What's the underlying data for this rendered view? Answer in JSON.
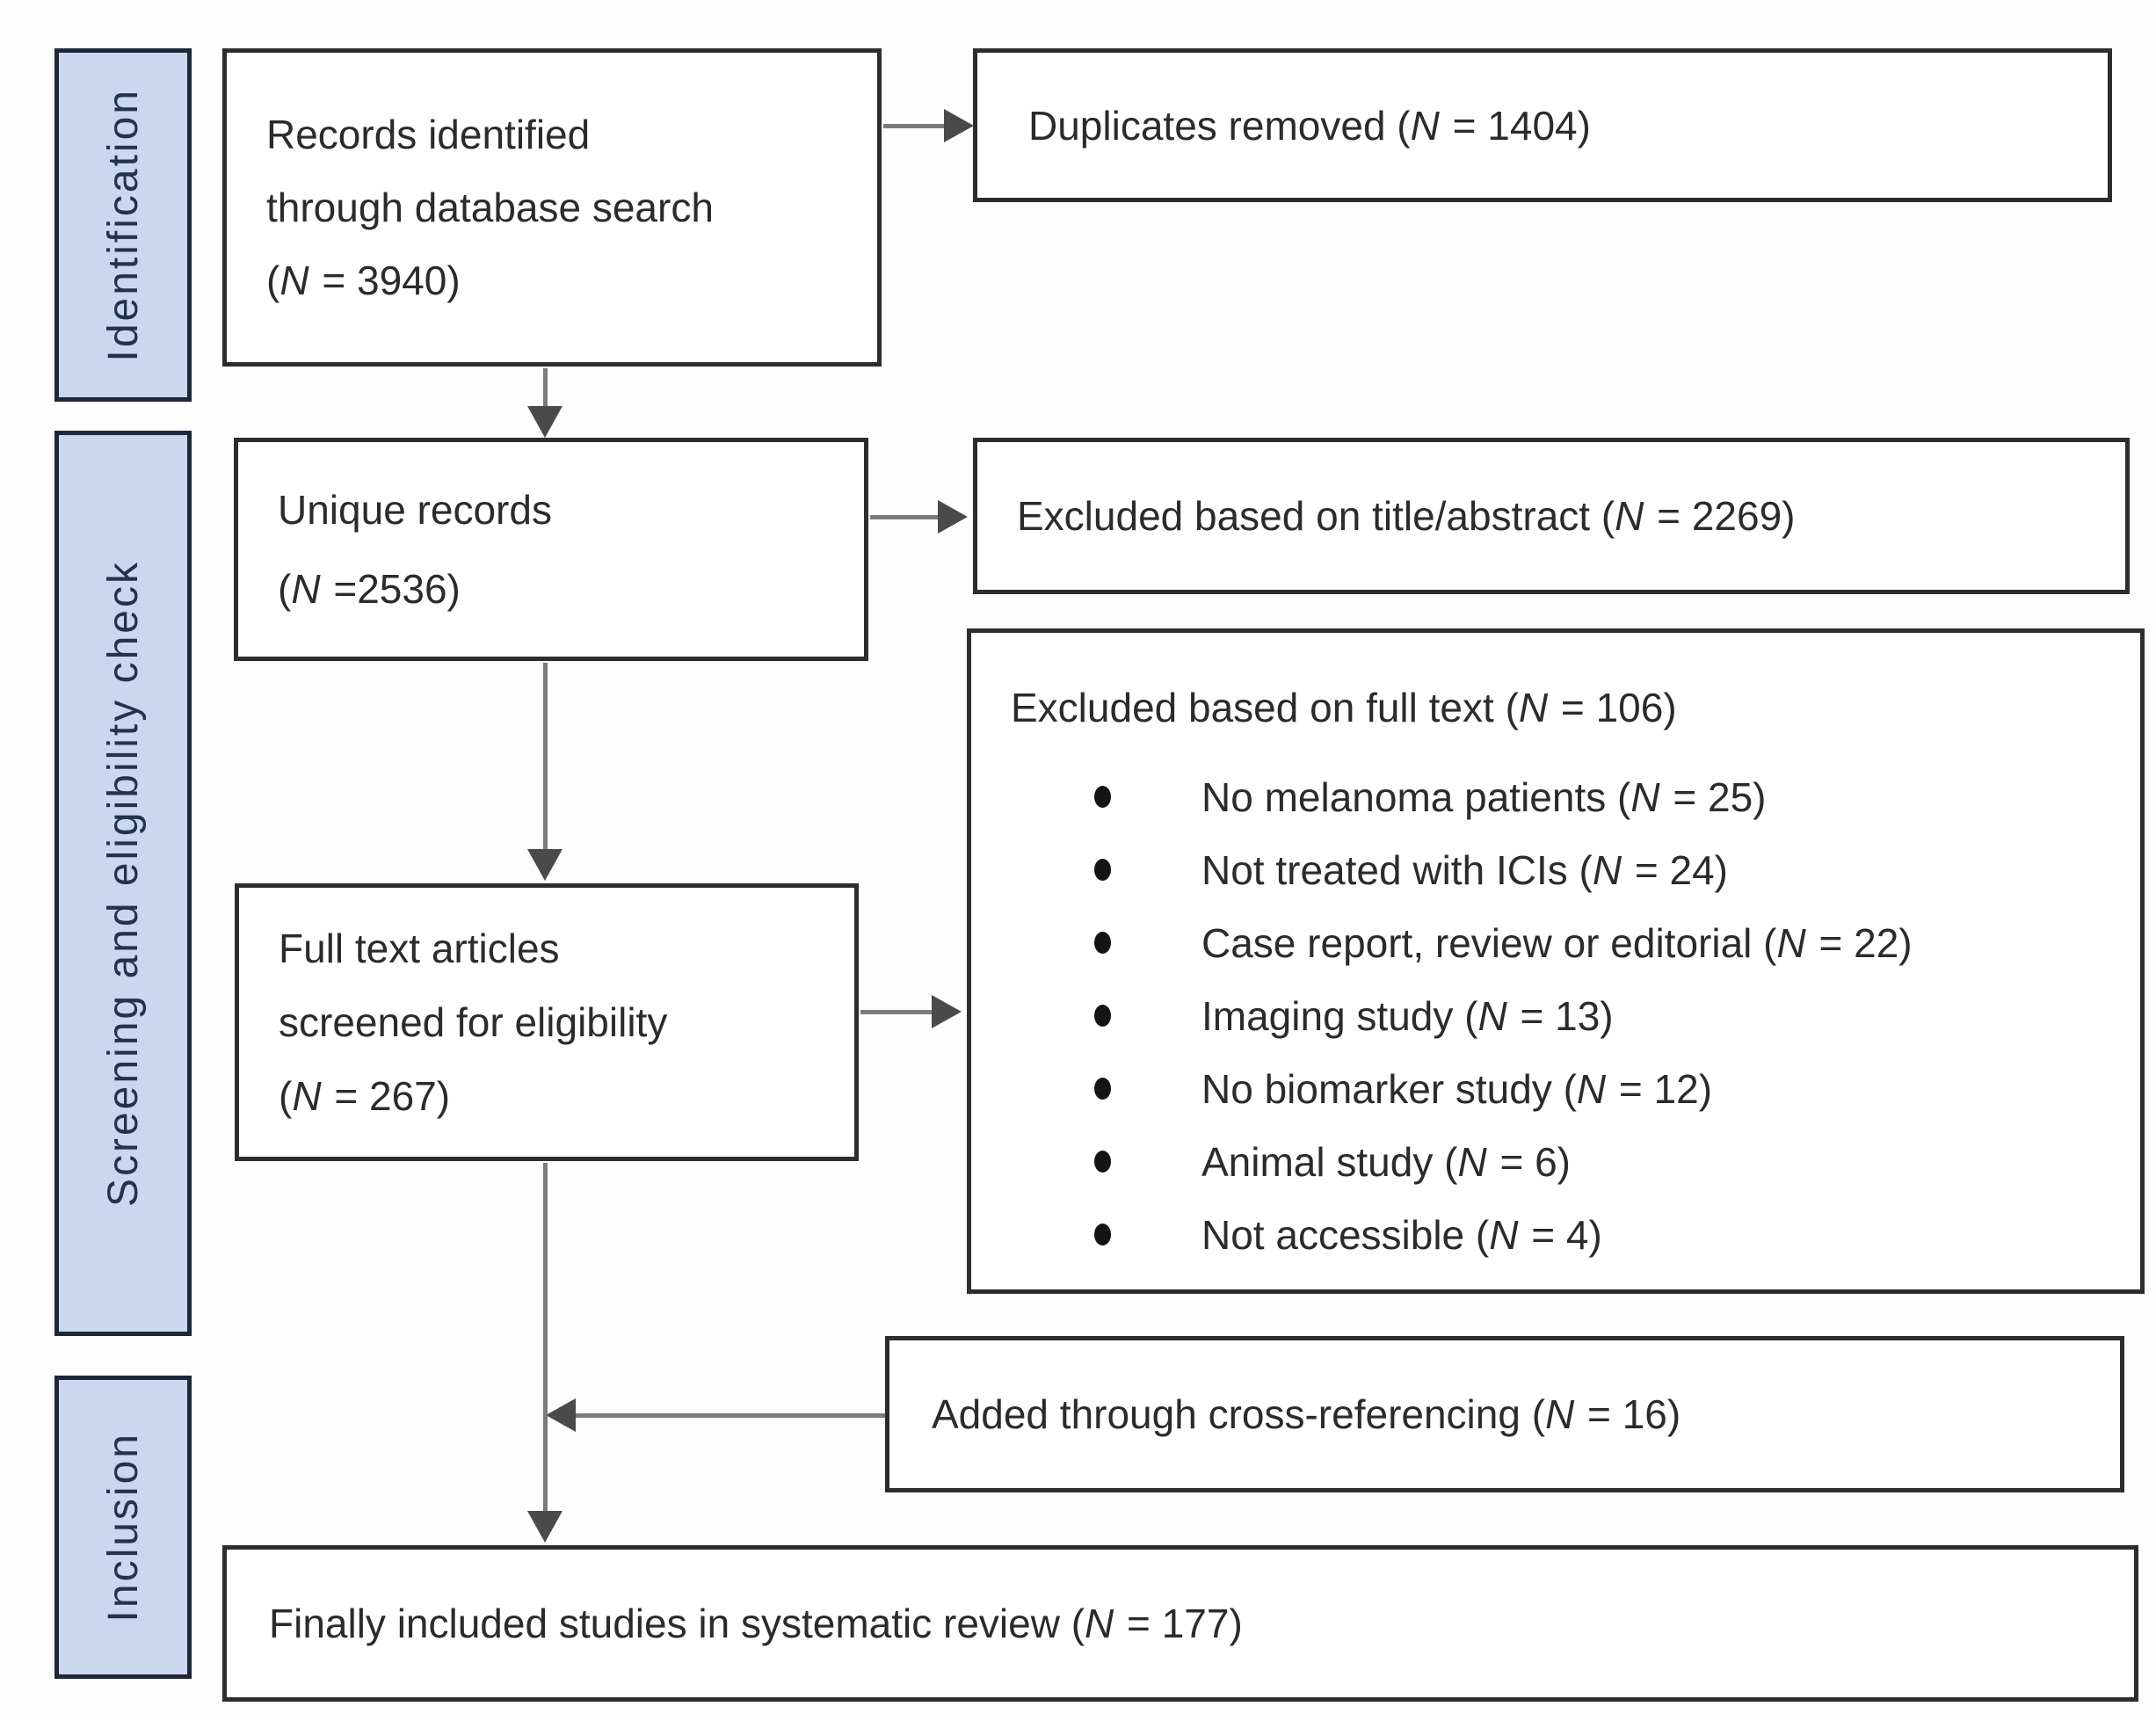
{
  "diagram": {
    "stages": [
      {
        "id": "identification",
        "label": "Identification"
      },
      {
        "id": "screening",
        "label": "Screening and eligibility check"
      },
      {
        "id": "inclusion",
        "label": "Inclusion"
      }
    ],
    "boxes": {
      "records": {
        "lines": [
          "Records identified",
          "through database search"
        ],
        "n_pre": "(",
        "n": "N",
        "n_post": " = 3940)"
      },
      "duplicates": {
        "pre": "Duplicates removed (",
        "n": "N",
        "post": " = 1404)"
      },
      "unique": {
        "lines": [
          "Unique records"
        ],
        "n_pre": "(",
        "n": "N",
        "n_post": " =2536)"
      },
      "excluded_title": {
        "pre": "Excluded based on title/abstract (",
        "n": "N",
        "post": " = 2269)"
      },
      "excluded_fulltext": {
        "header_pre": "Excluded based on full text (",
        "n": "N",
        "header_post": " = 106)",
        "bullets": [
          {
            "pre": "No melanoma patients (",
            "n": "N",
            "post": " = 25)"
          },
          {
            "pre": "Not treated with ICIs (",
            "n": "N",
            "post": " = 24)"
          },
          {
            "pre": "Case report, review or editorial (",
            "n": "N",
            "post": " = 22)"
          },
          {
            "pre": "Imaging study (",
            "n": "N",
            "post": " = 13)"
          },
          {
            "pre": "No biomarker study (",
            "n": "N",
            "post": " = 12)"
          },
          {
            "pre": "Animal study (",
            "n": "N",
            "post": " = 6)"
          },
          {
            "pre": "Not accessible (",
            "n": "N",
            "post": " = 4)"
          }
        ]
      },
      "fulltext": {
        "lines": [
          "Full text articles",
          "screened for eligibility"
        ],
        "n_pre": "(",
        "n": "N",
        "n_post": " = 267)"
      },
      "crossref": {
        "pre": "Added through cross-referencing (",
        "n": "N",
        "post": " = 16)"
      },
      "final": {
        "pre": "Finally included studies in systematic review (",
        "n": "N",
        "post": " = 177)"
      }
    },
    "counts": {
      "records_identified": 3940,
      "duplicates_removed": 1404,
      "unique_records": 2536,
      "excluded_title_abstract": 2269,
      "excluded_full_text": 106,
      "no_melanoma_patients": 25,
      "not_treated_with_icis": 24,
      "case_report_review_editorial": 22,
      "imaging_study": 13,
      "no_biomarker_study": 12,
      "animal_study": 6,
      "not_accessible": 4,
      "full_text_screened": 267,
      "added_cross_referencing": 16,
      "finally_included": 177
    },
    "colors": {
      "stage_fill": "#cbd6ef",
      "stage_border": "#1d2737",
      "stage_text": "#24324f",
      "box_border": "#2d2d2d",
      "box_text": "#2b2b2b",
      "arrow_line": "#7b7b7b",
      "arrow_head": "#4a4a4a",
      "background": "#fdfdfd"
    }
  }
}
